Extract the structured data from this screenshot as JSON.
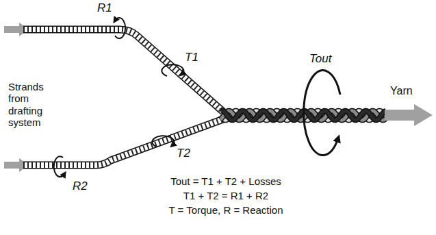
{
  "diagram": {
    "labels": [
      "R1",
      "T1",
      "T2",
      "R2",
      "Tout",
      "Strands from drafting system",
      "Yarn",
      "Tout = T1 + T2 + Losses",
      "T1 + T2 = R1 + R2",
      "T = Torque, R = Reaction"
    ]
  }
}
